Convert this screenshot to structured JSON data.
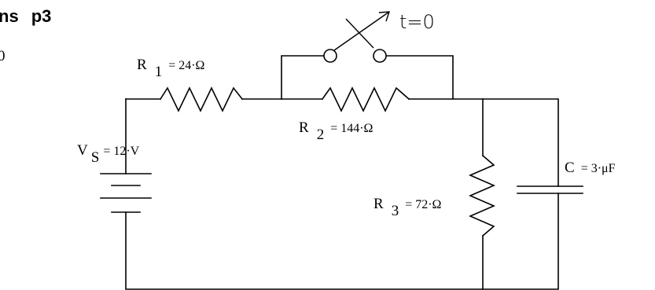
{
  "header": {
    "title_part": "ns",
    "title_page": "p3",
    "corner_digit": "0"
  },
  "components": {
    "source": {
      "symbol": "V",
      "subscript": "S",
      "value": "= 12·V"
    },
    "r1": {
      "symbol": "R",
      "subscript": "1",
      "value": "= 24·Ω"
    },
    "r2": {
      "symbol": "R",
      "subscript": "2",
      "value": "= 144·Ω"
    },
    "r3": {
      "symbol": "R",
      "subscript": "3",
      "value": "= 72·Ω"
    },
    "capacitor": {
      "symbol": "C",
      "value": "= 3·μF"
    },
    "switch": {
      "label": "t=0"
    }
  }
}
